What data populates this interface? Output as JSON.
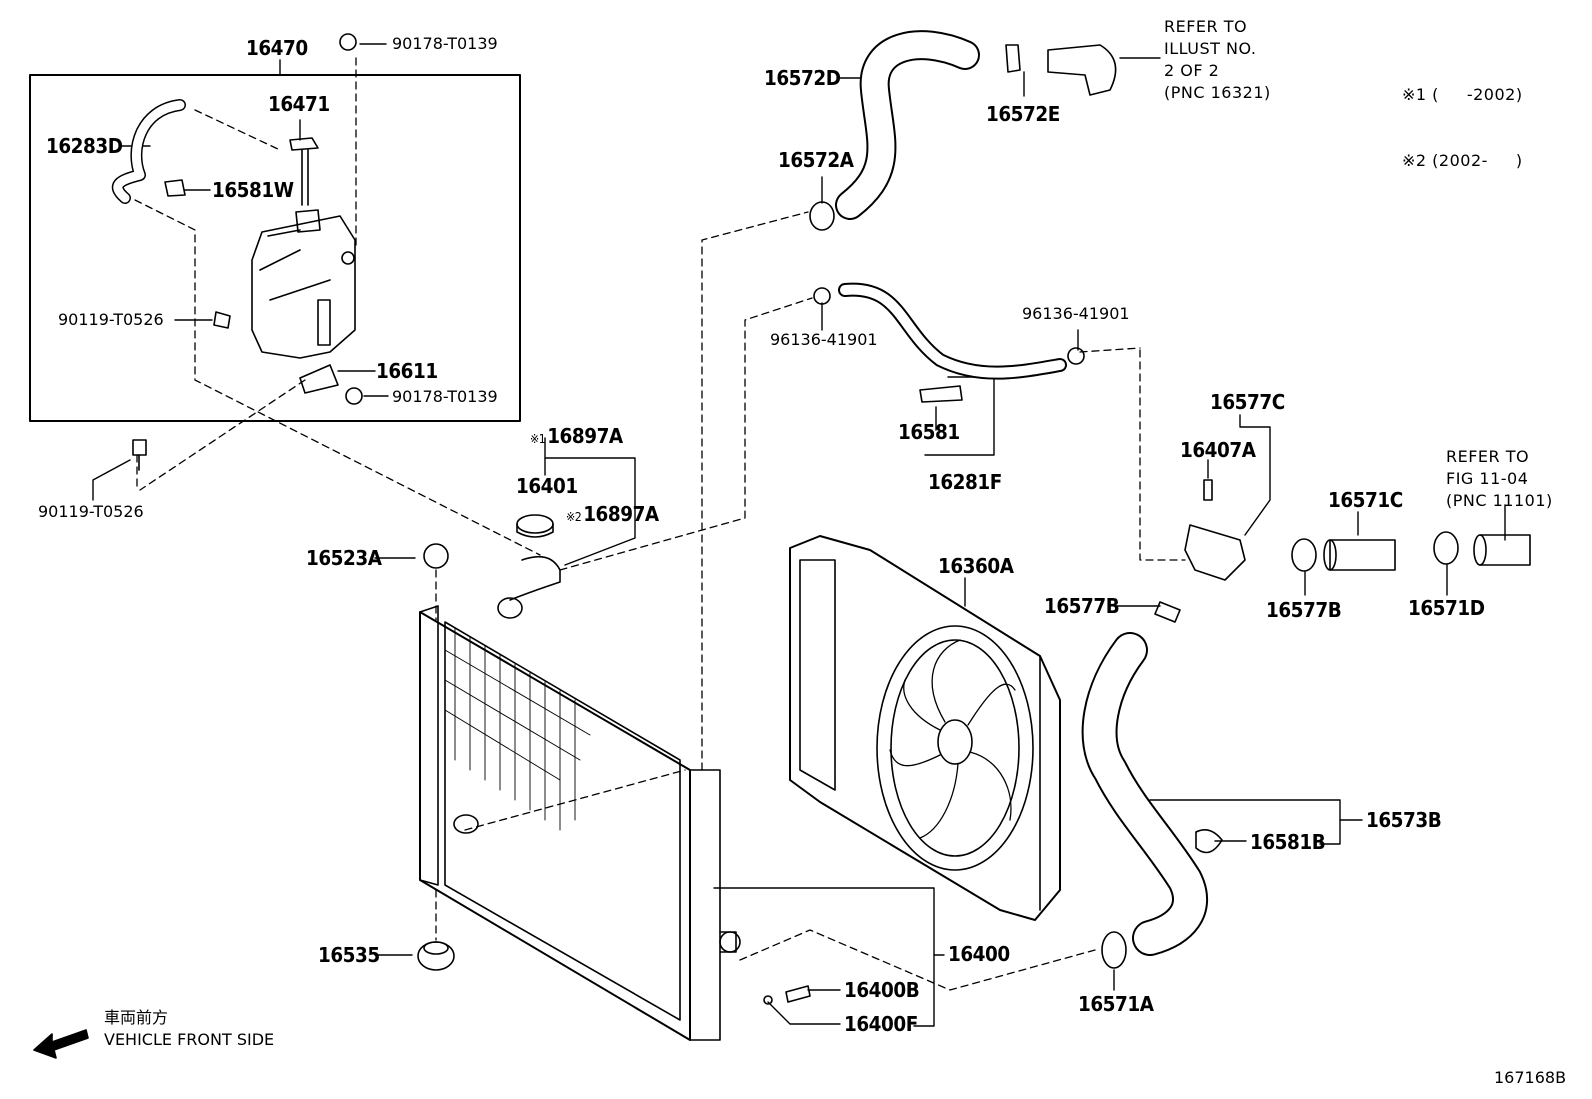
{
  "labels": {
    "p16470": "16470",
    "p90178_a": "90178-T0139",
    "p16471": "16471",
    "p16283D": "16283D",
    "p16581W": "16581W",
    "p90119_a": "90119-T0526",
    "p16611": "16611",
    "p90178_b": "90178-T0139",
    "p90119_b": "90119-T0526",
    "p16897A_1": "16897A",
    "p16401": "16401",
    "p16897A_2": "16897A",
    "p16523A": "16523A",
    "p16535": "16535",
    "p16572D": "16572D",
    "p16572E": "16572E",
    "p16572A": "16572A",
    "p96136_a": "96136-41901",
    "p96136_b": "96136-41901",
    "p16581": "16581",
    "p16281F": "16281F",
    "p16577C": "16577C",
    "p16407A": "16407A",
    "p16571C": "16571C",
    "p16360A": "16360A",
    "p16577B_a": "16577B",
    "p16577B_b": "16577B",
    "p16571D": "16571D",
    "p16573B": "16573B",
    "p16581B": "16581B",
    "p16400": "16400",
    "p16400B": "16400B",
    "p16400F": "16400F",
    "p16571A": "16571A",
    "fig_id": "167168B"
  },
  "markers": {
    "m1": "※1",
    "m2": "※2"
  },
  "notes": {
    "refer_illust": [
      "REFER TO",
      "ILLUST NO.",
      "2 OF 2",
      "(PNC 16321)"
    ],
    "refer_fig": [
      "REFER TO",
      "FIG 11-04",
      "(PNC 11101)"
    ],
    "applicability": [
      "※1 (     -2002)",
      "※2 (2002-     )"
    ]
  },
  "front": {
    "jp": "車両前方",
    "en": "VEHICLE FRONT SIDE"
  }
}
